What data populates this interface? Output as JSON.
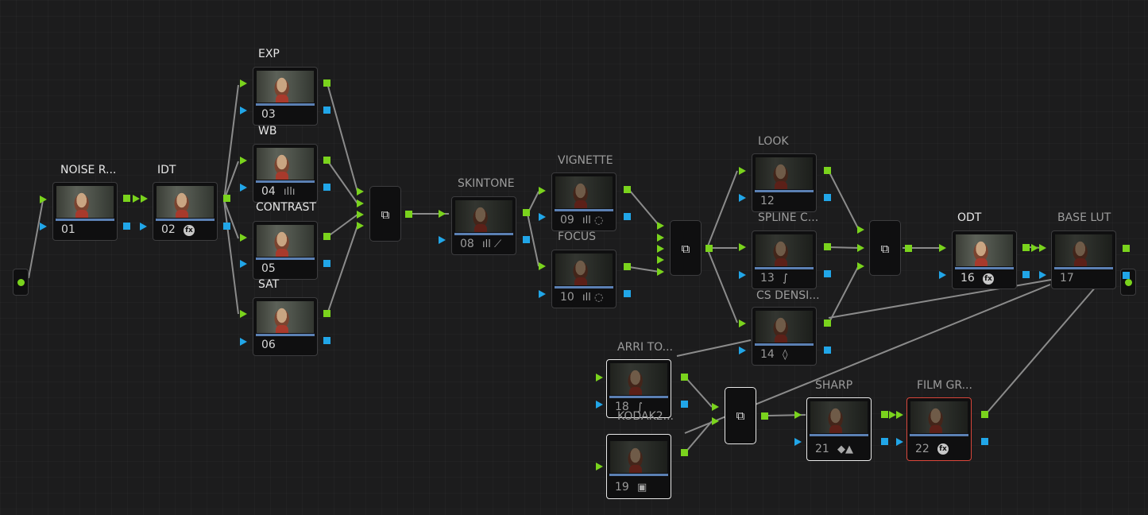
{
  "node_editor": {
    "nodes": [
      {
        "id": "01",
        "label": "NOISE R...",
        "glyph": "",
        "glyph_name": "none"
      },
      {
        "id": "02",
        "label": "IDT",
        "glyph": "fx",
        "glyph_name": "fx-icon"
      },
      {
        "id": "03",
        "label": "EXP",
        "glyph": "",
        "glyph_name": "none"
      },
      {
        "id": "04",
        "label": "WB",
        "glyph": "ıllı",
        "glyph_name": "bars-icon"
      },
      {
        "id": "05",
        "label": "CONTRAST",
        "glyph": "",
        "glyph_name": "none"
      },
      {
        "id": "06",
        "label": "SAT",
        "glyph": "",
        "glyph_name": "none"
      },
      {
        "id": "08",
        "label": "SKINTONE",
        "glyph": "ıll ⟋",
        "glyph_name": "bars-picker-icon"
      },
      {
        "id": "09",
        "label": "VIGNETTE",
        "glyph": "ıll ◌",
        "glyph_name": "bars-window-icon"
      },
      {
        "id": "10",
        "label": "FOCUS",
        "glyph": "ıll ◌",
        "glyph_name": "bars-window-icon"
      },
      {
        "id": "12",
        "label": "LOOK",
        "glyph": "",
        "glyph_name": "none"
      },
      {
        "id": "13",
        "label": "SPLINE C...",
        "glyph": "∫",
        "glyph_name": "curve-icon"
      },
      {
        "id": "14",
        "label": "CS DENSI...",
        "glyph": "◊",
        "glyph_name": "drop-icon"
      },
      {
        "id": "16",
        "label": "ODT",
        "glyph": "fx",
        "glyph_name": "fx-icon"
      },
      {
        "id": "17",
        "label": "BASE LUT",
        "glyph": "",
        "glyph_name": "none"
      },
      {
        "id": "18",
        "label": "ARRI TO...",
        "glyph": "∫",
        "glyph_name": "curve-icon"
      },
      {
        "id": "19",
        "label": "KODAK2...",
        "glyph": "▣",
        "glyph_name": "camera-icon"
      },
      {
        "id": "21",
        "label": "SHARP",
        "glyph": "◆▲",
        "glyph_name": "blur-sharpen-icon"
      },
      {
        "id": "22",
        "label": "FILM GR...",
        "glyph": "fx",
        "glyph_name": "fx-icon"
      }
    ],
    "mixer_glyph": "⧉",
    "colors": {
      "rgb_link": "#7ad31d",
      "alpha_link": "#21a6e8",
      "active_node_border": "#d9463a",
      "selected_node_border": "#e8e8e8",
      "wire": "#8b8b8b"
    }
  }
}
